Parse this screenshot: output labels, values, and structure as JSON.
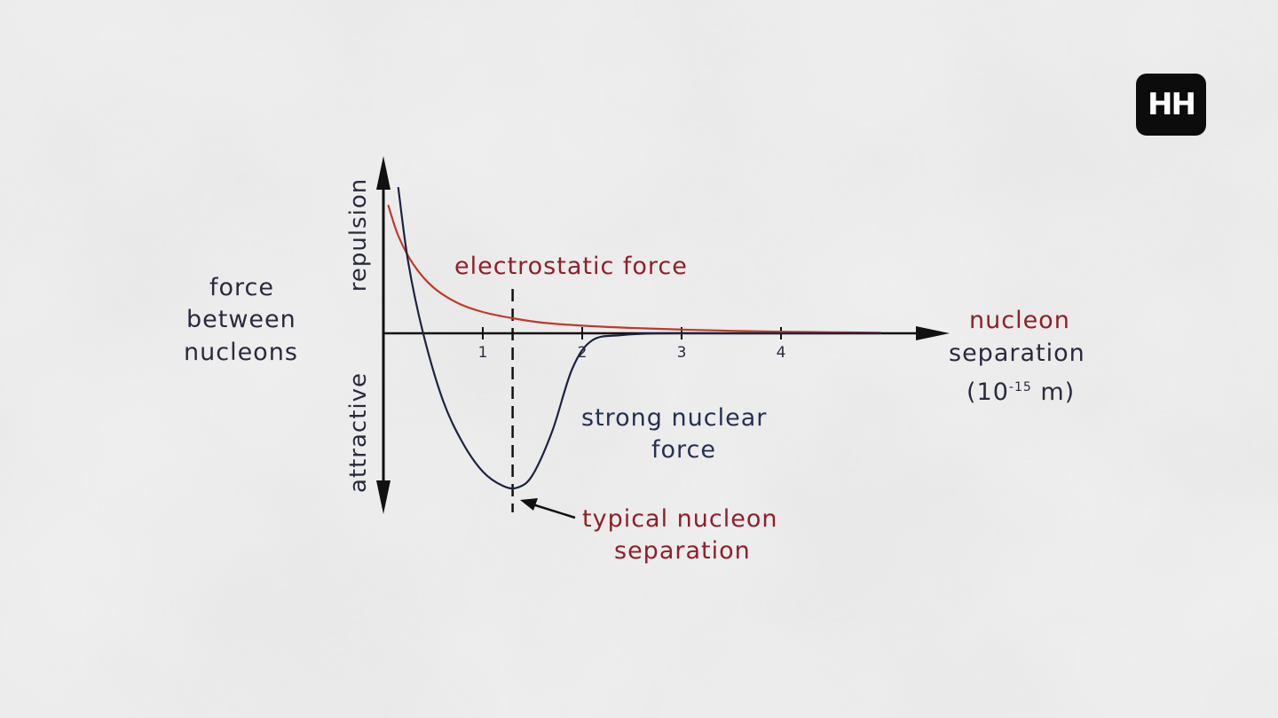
{
  "logo": {
    "text": "HH"
  },
  "labels": {
    "y_title_lines": [
      "force",
      "between",
      "nucleons"
    ],
    "y_positive": "repulsion",
    "y_negative": "attractive",
    "x_title_lines": [
      "nucleon",
      "separation"
    ],
    "x_unit_base": "(10",
    "x_unit_exp": "-15",
    "x_unit_tail": " m)",
    "electrostatic": "electrostatic force",
    "strong_lines": [
      "strong nuclear",
      "force"
    ],
    "typical_lines": [
      "typical nucleon",
      "separation"
    ]
  },
  "chart_data": {
    "type": "line",
    "xlabel": "nucleon separation (10-15 m)",
    "ylabel": "force between nucleons",
    "xticks": [
      "1",
      "2",
      "3",
      "4"
    ],
    "xlim": [
      -0.1,
      5.5
    ],
    "ylim": [
      -1,
      1
    ],
    "colors": {
      "electrostatic": "#c0392b",
      "strong": "#1c2340",
      "axis": "#111111"
    },
    "typical_separation": 1.3,
    "series": [
      {
        "name": "electrostatic force",
        "x": [
          0.05,
          0.15,
          0.3,
          0.5,
          0.75,
          1.0,
          1.3,
          1.6,
          2.0,
          2.5,
          3.0,
          3.5,
          4.0,
          4.5,
          5.0
        ],
        "y": [
          0.72,
          0.55,
          0.39,
          0.26,
          0.17,
          0.12,
          0.085,
          0.06,
          0.043,
          0.03,
          0.021,
          0.014,
          0.009,
          0.006,
          0.003
        ]
      },
      {
        "name": "strong nuclear force",
        "x": [
          0.15,
          0.25,
          0.4,
          0.6,
          0.8,
          1.0,
          1.2,
          1.35,
          1.5,
          1.7,
          1.9,
          2.1,
          2.4,
          2.8,
          3.5,
          4.5,
          5.0
        ],
        "y": [
          0.82,
          0.4,
          0.0,
          -0.38,
          -0.62,
          -0.78,
          -0.86,
          -0.87,
          -0.8,
          -0.55,
          -0.2,
          -0.04,
          -0.01,
          0.0,
          0.0,
          0.0,
          0.0
        ]
      }
    ]
  }
}
